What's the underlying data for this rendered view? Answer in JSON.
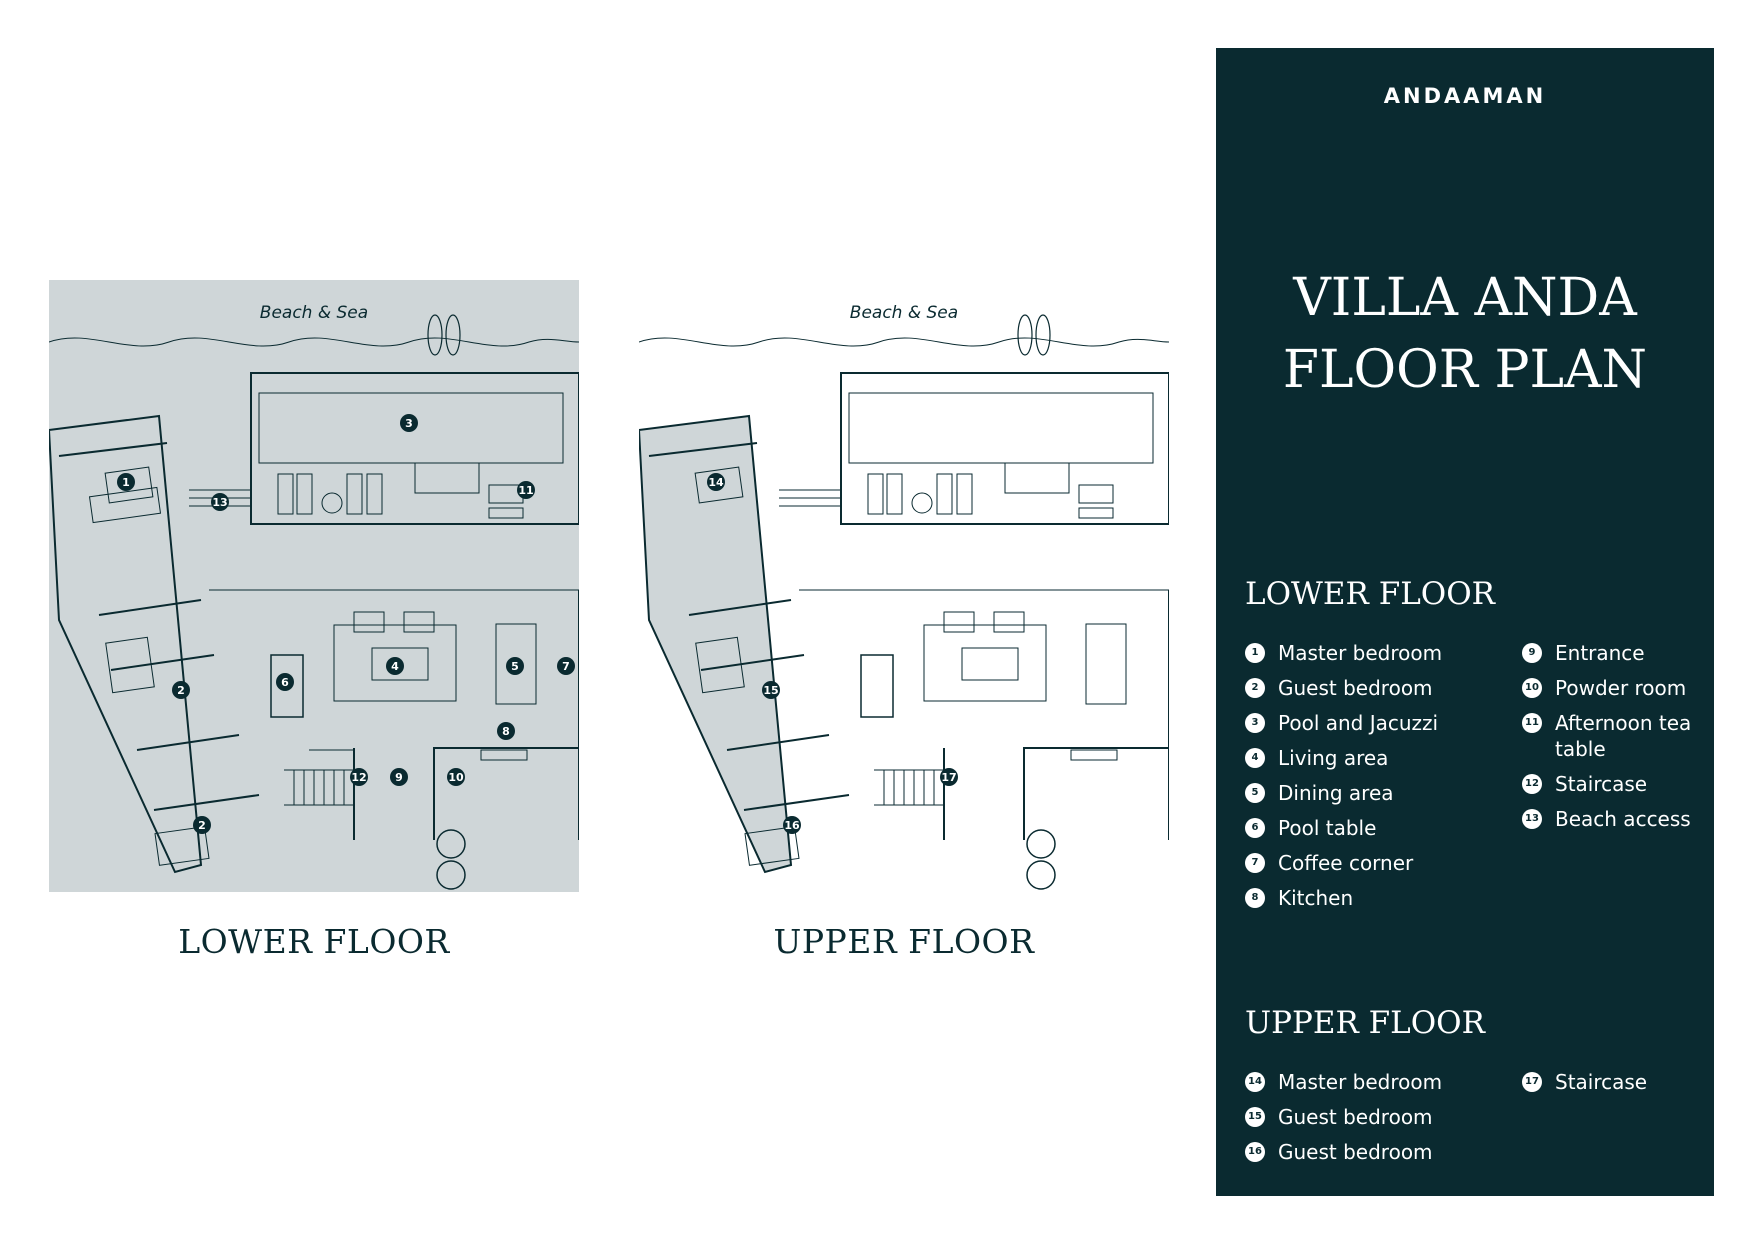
{
  "brand": "ANDAAMAN",
  "title_lines": [
    "VILLA ANDA",
    "FLOOR PLAN"
  ],
  "colors": {
    "dark_green": "#0a2a30",
    "plan_fill": "#cfd6d8",
    "white": "#ffffff"
  },
  "plans": {
    "lower": {
      "caption": "LOWER FLOOR",
      "sea_label": "Beach & Sea"
    },
    "upper": {
      "caption": "UPPER FLOOR",
      "sea_label": "Beach & Sea"
    }
  },
  "markers": {
    "lower": [
      "1",
      "2",
      "2",
      "3",
      "4",
      "5",
      "6",
      "7",
      "8",
      "9",
      "10",
      "11",
      "12",
      "13"
    ],
    "upper": [
      "14",
      "15",
      "16",
      "17"
    ]
  },
  "legend": {
    "lower": {
      "heading": "LOWER FLOOR",
      "col1": [
        {
          "num": "1",
          "label": "Master bedroom"
        },
        {
          "num": "2",
          "label": "Guest bedroom"
        },
        {
          "num": "3",
          "label": "Pool and Jacuzzi"
        },
        {
          "num": "4",
          "label": "Living area"
        },
        {
          "num": "5",
          "label": "Dining area"
        },
        {
          "num": "6",
          "label": "Pool table"
        },
        {
          "num": "7",
          "label": "Coffee corner"
        },
        {
          "num": "8",
          "label": "Kitchen"
        }
      ],
      "col2": [
        {
          "num": "9",
          "label": "Entrance"
        },
        {
          "num": "10",
          "label": "Powder room"
        },
        {
          "num": "11",
          "label": "Afternoon tea table"
        },
        {
          "num": "12",
          "label": "Staircase"
        },
        {
          "num": "13",
          "label": "Beach access"
        }
      ]
    },
    "upper": {
      "heading": "UPPER FLOOR",
      "col1": [
        {
          "num": "14",
          "label": "Master bedroom"
        },
        {
          "num": "15",
          "label": "Guest bedroom"
        },
        {
          "num": "16",
          "label": "Guest bedroom"
        }
      ],
      "col2": [
        {
          "num": "17",
          "label": "Staircase"
        }
      ]
    }
  }
}
